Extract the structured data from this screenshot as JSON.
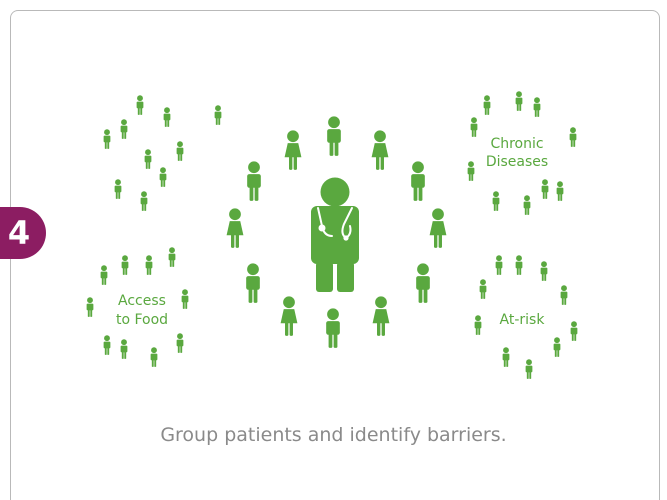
{
  "step": {
    "number": "4"
  },
  "groups": {
    "chronic": {
      "line1": "Chronic",
      "line2": "Diseases"
    },
    "food": {
      "line1": "Access",
      "line2": "to Food"
    },
    "atrisk": {
      "line1": "At-risk"
    }
  },
  "caption": "Group patients and identify barriers.",
  "colors": {
    "figure": "#5aa83f",
    "badge": "#8c1d62",
    "caption": "#8a8a8a",
    "border": "#b9b9b9"
  },
  "icons": {
    "person": "person-icon",
    "doctor": "doctor-icon"
  }
}
